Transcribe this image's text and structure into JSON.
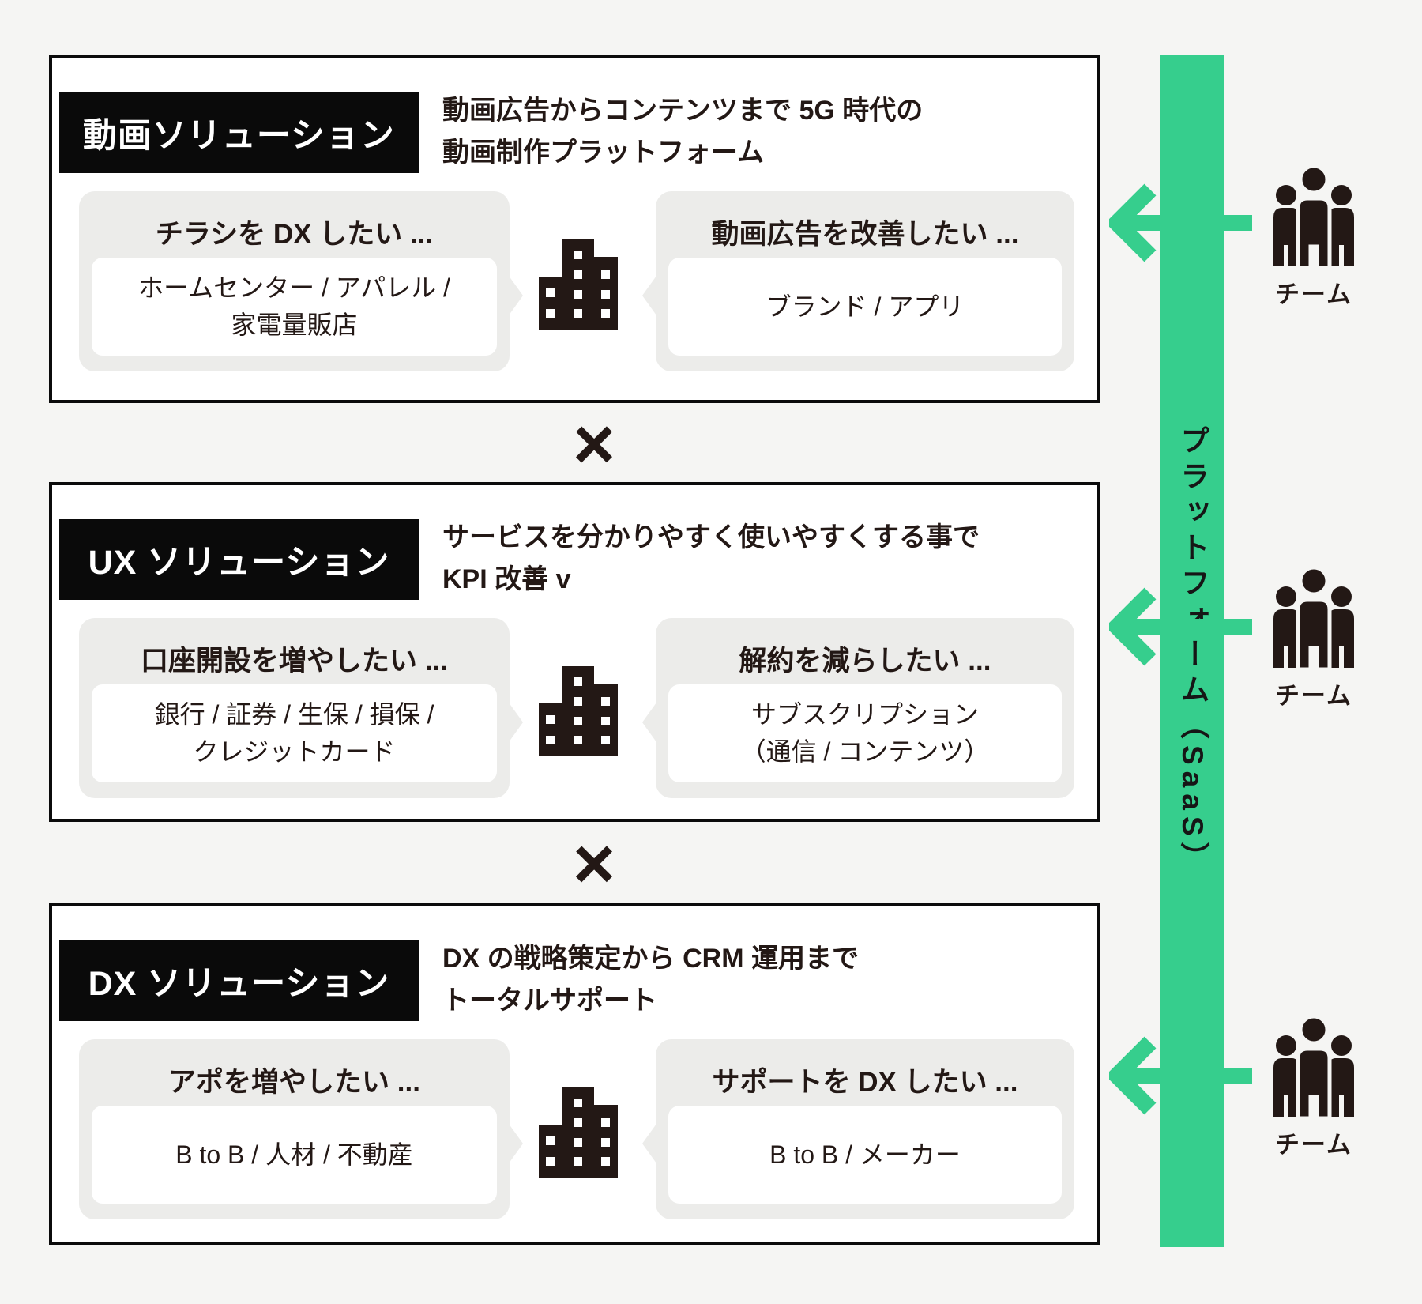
{
  "colors": {
    "background": "#f5f5f3",
    "accent_green": "#36ce8d",
    "ink": "#231815",
    "label_bg": "#0a0a0a",
    "bubble_gray": "#ececea"
  },
  "platform_bar": {
    "label": "プラットフォーム（SaaS）"
  },
  "multiply": "×",
  "team_label": "チーム",
  "icons": [
    "building-icon",
    "team-icon",
    "left-arrow-icon"
  ],
  "sections": [
    {
      "label": "動画ソリューション",
      "description": [
        "動画広告からコンテンツまで 5G 時代の",
        "動画制作プラットフォーム"
      ],
      "left_bubble": {
        "title": "チラシを DX したい ...",
        "lines": [
          "ホームセンター / アパレル /",
          "家電量販店"
        ]
      },
      "right_bubble": {
        "title": "動画広告を改善したい ...",
        "lines": [
          "ブランド / アプリ",
          ""
        ]
      }
    },
    {
      "label": "UX ソリューション",
      "description": [
        "サービスを分かりやすく使いやすくする事で",
        "KPI 改善 v"
      ],
      "left_bubble": {
        "title": "口座開設を増やしたい ...",
        "lines": [
          "銀行 / 証券 / 生保 / 損保 /",
          "クレジットカード"
        ]
      },
      "right_bubble": {
        "title": "解約を減らしたい ...",
        "lines": [
          "サブスクリプション",
          "（通信 / コンテンツ）"
        ]
      }
    },
    {
      "label": "DX ソリューション",
      "description": [
        "DX の戦略策定から CRM 運用まで",
        "トータルサポート"
      ],
      "left_bubble": {
        "title": "アポを増やしたい ...",
        "lines": [
          "B to B / 人材 / 不動産",
          ""
        ]
      },
      "right_bubble": {
        "title": "サポートを DX したい ...",
        "lines": [
          "B to B / メーカー",
          ""
        ]
      }
    }
  ]
}
